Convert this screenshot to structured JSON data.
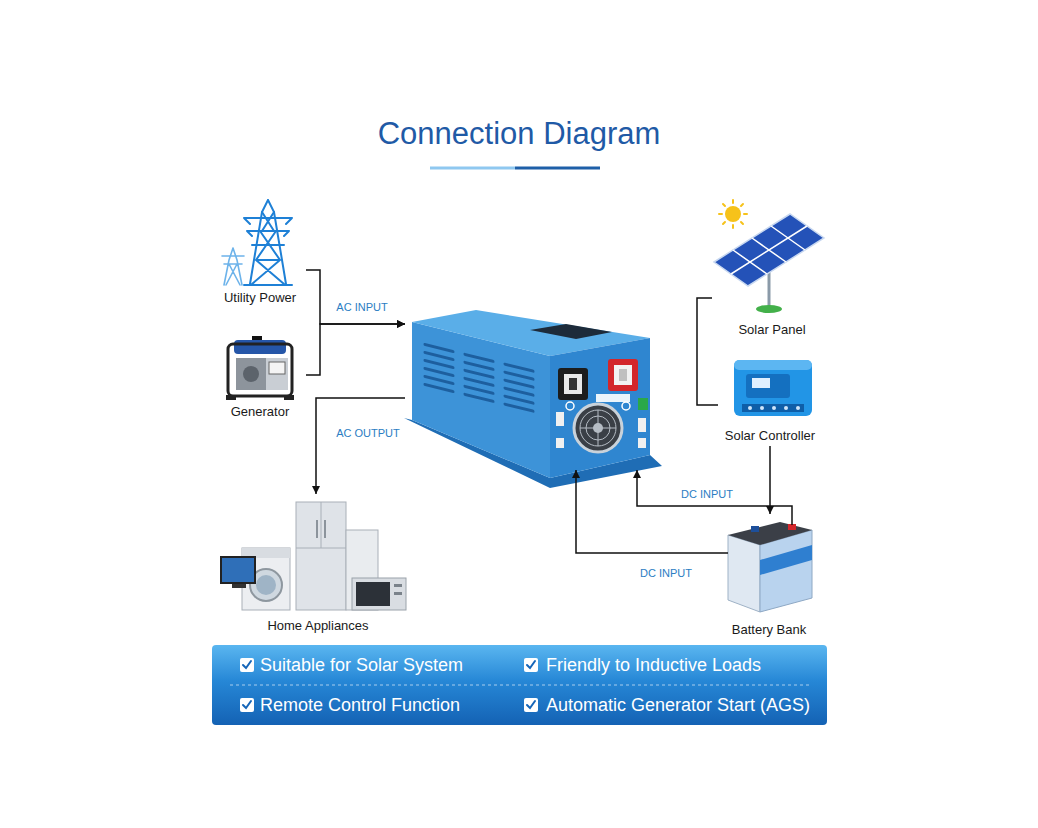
{
  "diagram": {
    "title": "Connection Diagram",
    "nodes": [
      {
        "text": [
          "Utility Power"
        ]
      },
      {
        "text": [
          "Generator"
        ]
      },
      {
        "text": []
      },
      {
        "text": [
          "Solar Panel"
        ]
      },
      {
        "text": [
          "Solar Controller"
        ]
      },
      {
        "text": [
          "Home Appliances"
        ]
      },
      {
        "text": [
          "Battery Bank"
        ]
      },
      {
        "text": [
          "Suitable for Solar System",
          "Friendly to Inductive Loads",
          "Remote Control Function",
          "Automatic Generator Start (AGS)"
        ]
      }
    ],
    "edges": [
      {
        "from": 0,
        "to": 2,
        "label": "AC INPUT",
        "arrow": "to"
      },
      {
        "from": 1,
        "to": 2,
        "arrow": "to"
      },
      {
        "from": 2,
        "to": 5,
        "label": "AC OUTPUT",
        "arrow": "to"
      },
      {
        "from": 3,
        "to": 4,
        "arrow": "none"
      },
      {
        "from": 4,
        "to": 6,
        "arrow": "to"
      },
      {
        "from": 6,
        "to": 2,
        "label": "DC INPUT",
        "arrow": "to"
      },
      {
        "from": 6,
        "to": 2,
        "label": "DC INPUT",
        "arrow": "to"
      }
    ]
  }
}
